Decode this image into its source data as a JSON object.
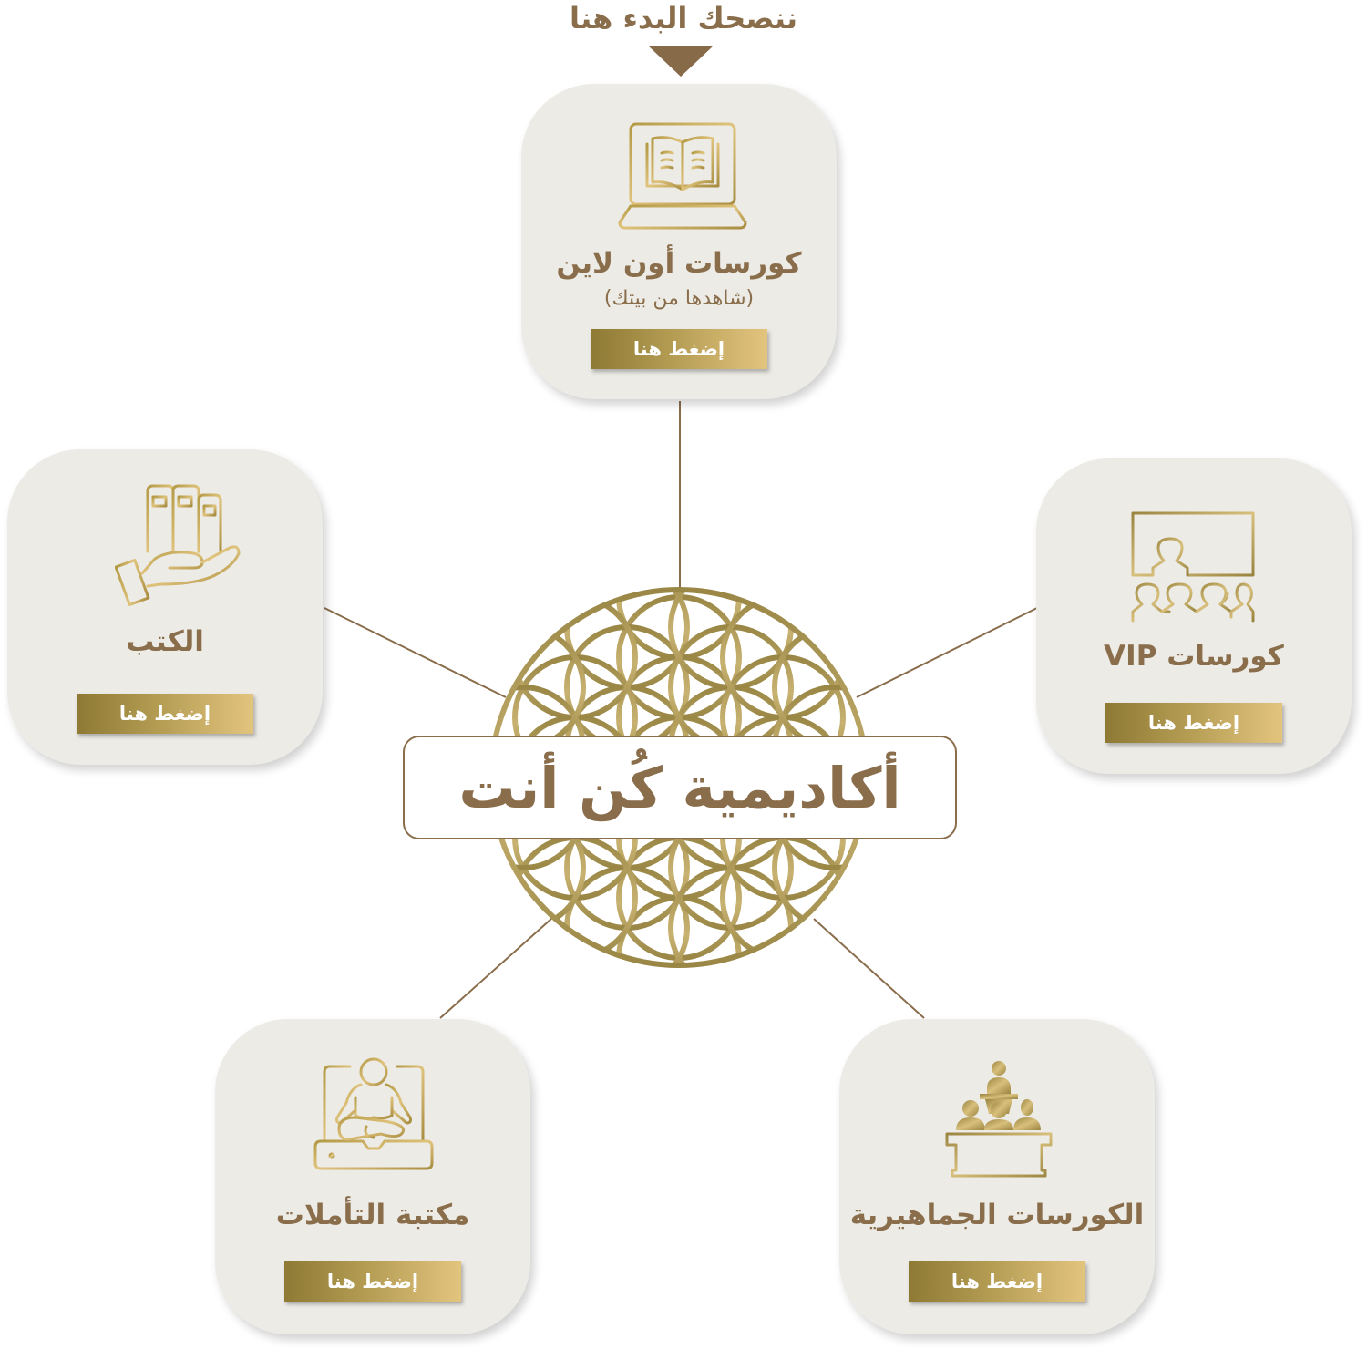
{
  "hint": {
    "text": "ننصحك البدء هنا",
    "arrow_icon": "triangle-down-icon"
  },
  "center": {
    "title": "أكاديمية كُن أنت",
    "emblem": "flower-of-life-icon"
  },
  "cards": [
    {
      "id": "online-courses",
      "title": "كورسات أون لاين",
      "subtitle": "(شاهدها من بيتك)",
      "button": "إضغط هنا",
      "icon": "laptop-book-icon"
    },
    {
      "id": "books",
      "title": "الكتب",
      "button": "إضغط هنا",
      "icon": "hand-books-icon"
    },
    {
      "id": "vip-courses",
      "title": "كورسات VIP",
      "button": "إضغط هنا",
      "icon": "presentation-audience-icon"
    },
    {
      "id": "meditations-library",
      "title": "مكتبة التأملات",
      "button": "إضغط هنا",
      "icon": "laptop-meditation-icon"
    },
    {
      "id": "public-courses",
      "title": "الكورسات الجماهيرية",
      "button": "إضغط هنا",
      "icon": "lecture-podium-icon"
    }
  ],
  "colors": {
    "brown_text": "#8a6d4b",
    "gold_dark": "#8e7a34",
    "gold_light": "#e3c47e",
    "card_bg": "#ecebe6",
    "connector": "#8a6d4b"
  }
}
